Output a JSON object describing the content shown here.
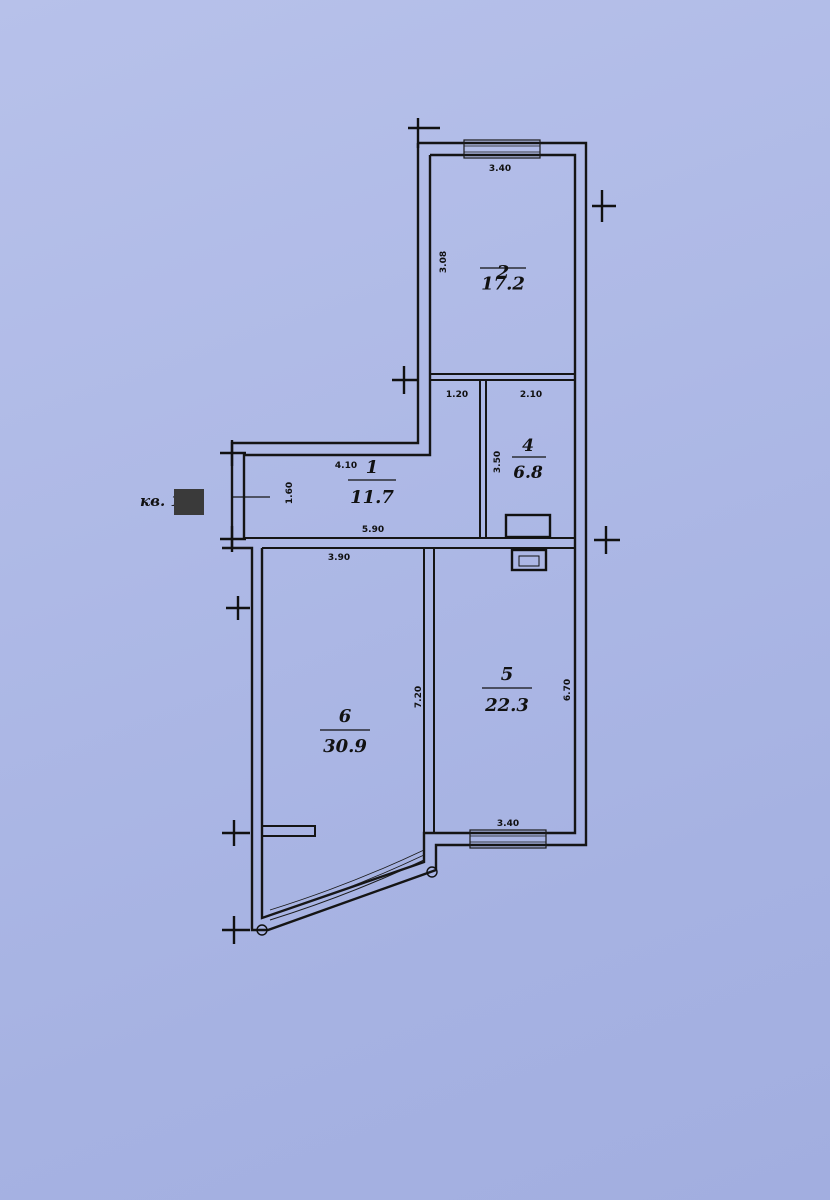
{
  "apartment_label": "кв. 1",
  "rooms": [
    {
      "id": "room-1",
      "number": "1",
      "area": "11.7"
    },
    {
      "id": "room-2",
      "number": "2",
      "area": "17.2"
    },
    {
      "id": "room-4",
      "number": "4",
      "area": "6.8"
    },
    {
      "id": "room-5",
      "number": "5",
      "area": "22.3"
    },
    {
      "id": "room-6",
      "number": "6",
      "area": "30.9"
    }
  ],
  "dimensions": {
    "room2_width_top": "3.40",
    "room2_height": "3.08",
    "room2_bottom_left": "1.20",
    "room4_width": "2.10",
    "room4_height": "3.50",
    "hall_width": "4.10",
    "hall_height": "1.60",
    "hall_bottom": "5.90",
    "room6_width": "3.90",
    "room6_height": "7.20",
    "room5_height": "6.70",
    "room5_width_bottom": "3.40"
  },
  "colors": {
    "paper": "#aeb9e6",
    "ink": "#151515"
  }
}
